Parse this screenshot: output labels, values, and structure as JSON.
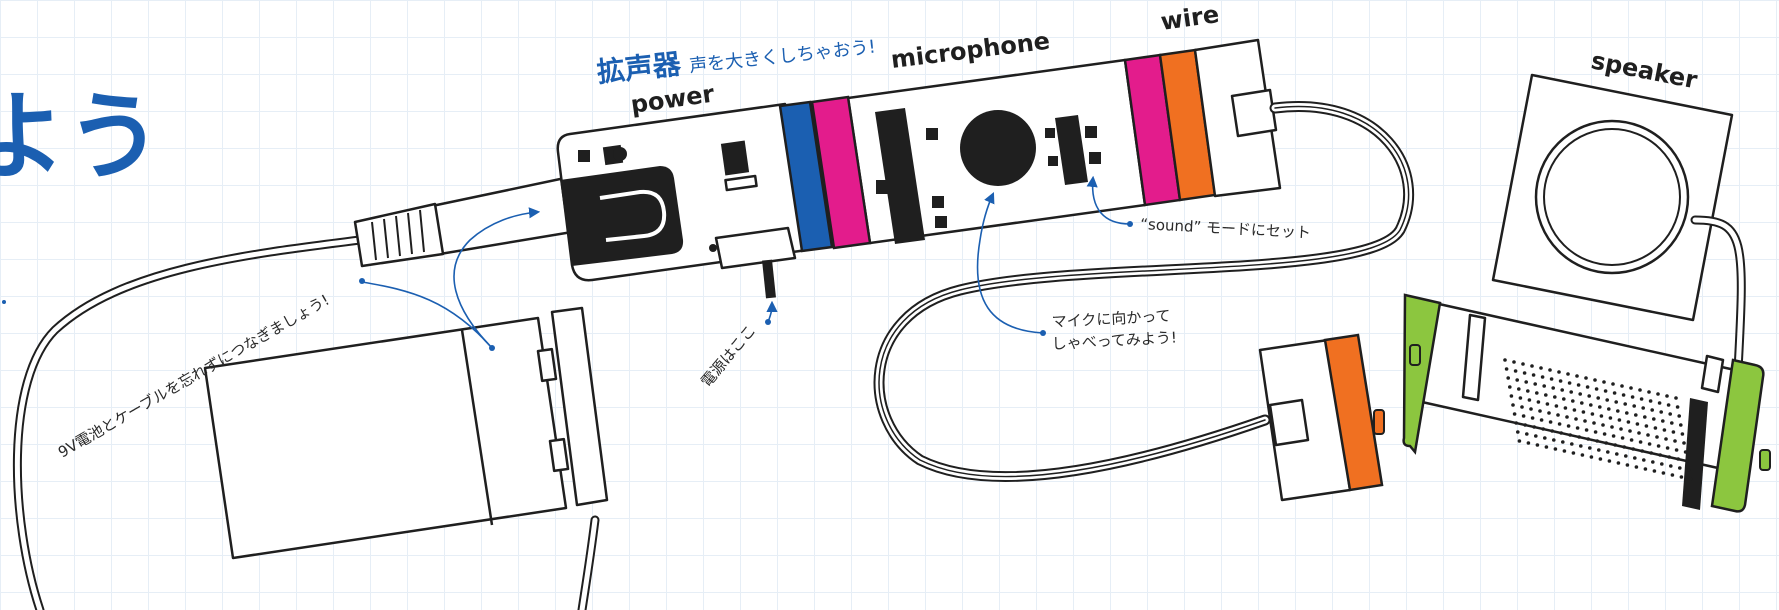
{
  "heading": {
    "fragment": "よう"
  },
  "title": {
    "main": "拡声器",
    "sub": "声を大きくしちゃおう!"
  },
  "modules": {
    "power": "power",
    "microphone": "microphone",
    "wire": "wire",
    "speaker": "speaker"
  },
  "notes": {
    "battery": "9V電池とケーブルを忘れずにつなぎましょう!",
    "switch": "電源はここ",
    "mic": [
      "マイクに向かって",
      "しゃべってみよう!"
    ],
    "sound_mode": "“sound” モードにセット"
  },
  "colors": {
    "accent_blue": "#1b5fb1",
    "pink": "#e31c8c",
    "orange": "#f07021",
    "green": "#8cc63f",
    "ink": "#1f1f1f"
  }
}
